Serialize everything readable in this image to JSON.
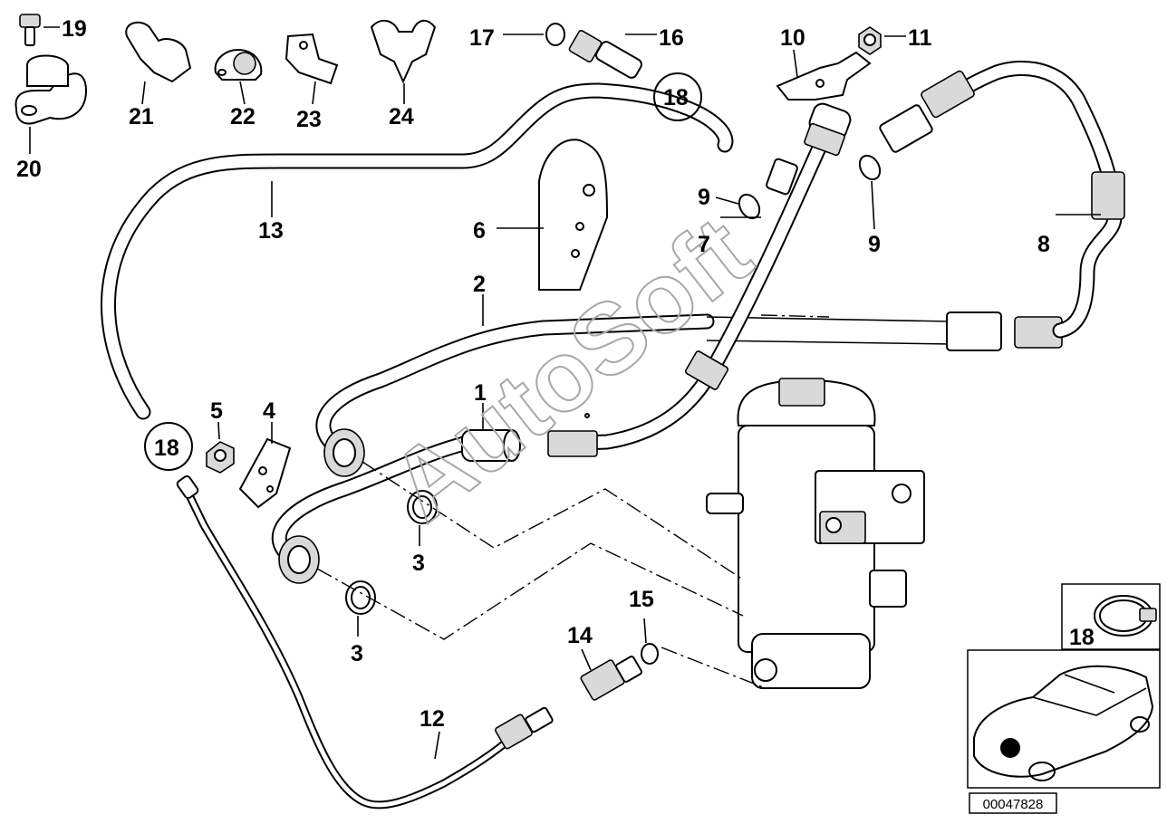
{
  "diagram": {
    "watermark": "AutoSoft",
    "document_number": "00047828",
    "callouts": [
      {
        "id": "c1",
        "label": "1"
      },
      {
        "id": "c2",
        "label": "2"
      },
      {
        "id": "c3a",
        "label": "3"
      },
      {
        "id": "c3b",
        "label": "3"
      },
      {
        "id": "c4",
        "label": "4"
      },
      {
        "id": "c5",
        "label": "5"
      },
      {
        "id": "c6",
        "label": "6"
      },
      {
        "id": "c7",
        "label": "7"
      },
      {
        "id": "c8",
        "label": "8"
      },
      {
        "id": "c9a",
        "label": "9"
      },
      {
        "id": "c9b",
        "label": "9"
      },
      {
        "id": "c10",
        "label": "10"
      },
      {
        "id": "c11",
        "label": "11"
      },
      {
        "id": "c12",
        "label": "12"
      },
      {
        "id": "c13",
        "label": "13"
      },
      {
        "id": "c14",
        "label": "14"
      },
      {
        "id": "c15",
        "label": "15"
      },
      {
        "id": "c16",
        "label": "16"
      },
      {
        "id": "c17",
        "label": "17"
      },
      {
        "id": "c18a",
        "label": "18"
      },
      {
        "id": "c18b",
        "label": "18"
      },
      {
        "id": "c18c",
        "label": "18"
      },
      {
        "id": "c19",
        "label": "19"
      },
      {
        "id": "c20",
        "label": "20"
      },
      {
        "id": "c21",
        "label": "21"
      },
      {
        "id": "c22",
        "label": "22"
      },
      {
        "id": "c23",
        "label": "23"
      },
      {
        "id": "c24",
        "label": "24"
      }
    ]
  }
}
